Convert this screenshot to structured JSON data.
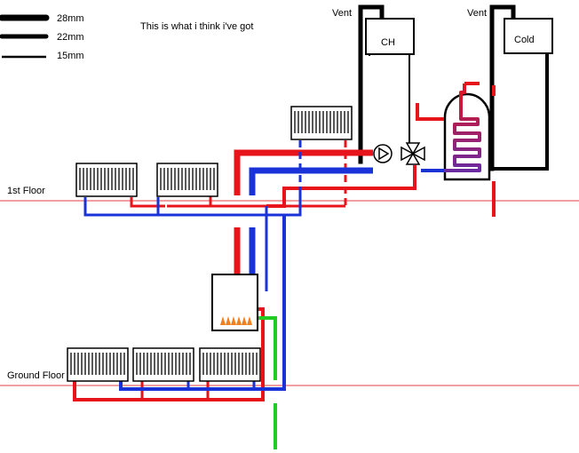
{
  "legend": {
    "items": [
      {
        "label": "28mm"
      },
      {
        "label": "22mm"
      },
      {
        "label": "15mm"
      }
    ]
  },
  "caption": "This is what i think i've got",
  "floors": {
    "first": "1st Floor",
    "ground": "Ground Floor"
  },
  "tanks": {
    "ch": {
      "label": "CH",
      "vent_label": "Vent"
    },
    "cold": {
      "label": "Cold",
      "vent_label": "Vent"
    }
  },
  "colors": {
    "flow": "#e8141b",
    "return": "#1a33d9",
    "gas": "#22cc22",
    "pipe": "#000000",
    "floor_line": "#e04040",
    "coil_start": "#e8141b",
    "coil_end": "#6a2aa0"
  }
}
